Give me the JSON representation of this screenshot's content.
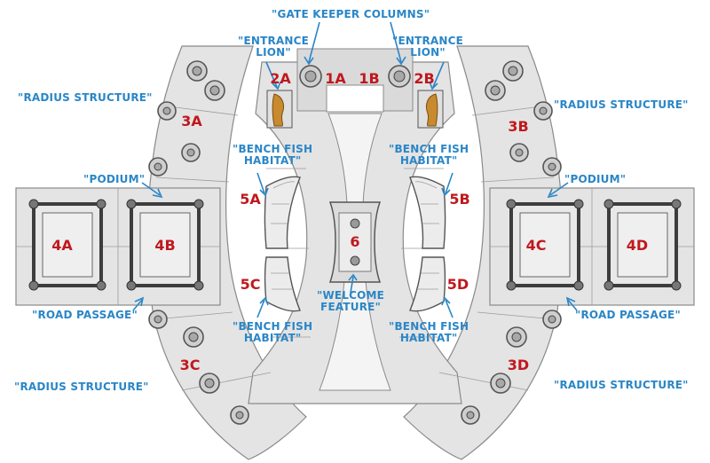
{
  "labels": {
    "gate_keeper_columns": "\"GATE KEEPER COLUMNS\"",
    "entrance_lion_left": "\"ENTRANCE\nLION\"",
    "entrance_lion_right": "\"ENTRANCE\nLION\"",
    "radius_structure_tl": "\"RADIUS STRUCTURE\"",
    "radius_structure_tr": "\"RADIUS STRUCTURE\"",
    "radius_structure_bl": "\"RADIUS STRUCTURE\"",
    "radius_structure_br": "\"RADIUS STRUCTURE\"",
    "bench_fish_habitat_tl": "\"BENCH FISH\nHABITAT\"",
    "bench_fish_habitat_tr": "\"BENCH FISH\nHABITAT\"",
    "bench_fish_habitat_bl": "\"BENCH FISH\nHABITAT\"",
    "bench_fish_habitat_br": "\"BENCH FISH\nHABITAT\"",
    "podium_left": "\"PODIUM\"",
    "podium_right": "\"PODIUM\"",
    "road_passage_left": "\"ROAD PASSAGE\"",
    "road_passage_right": "\"ROAD PASSAGE\"",
    "welcome_feature": "\"WELCOME\nFEATURE\""
  },
  "markers": {
    "m1a": "1A",
    "m1b": "1B",
    "m2a": "2A",
    "m2b": "2B",
    "m3a": "3A",
    "m3b": "3B",
    "m3c": "3C",
    "m3d": "3D",
    "m4a": "4A",
    "m4b": "4B",
    "m4c": "4C",
    "m4d": "4D",
    "m5a": "5A",
    "m5b": "5B",
    "m5c": "5C",
    "m5d": "5D",
    "m6": "6"
  },
  "colors": {
    "label": "#2a86c7",
    "marker": "#c0181e",
    "stone": "#e4e4e4",
    "outline": "#3d3d3d"
  }
}
